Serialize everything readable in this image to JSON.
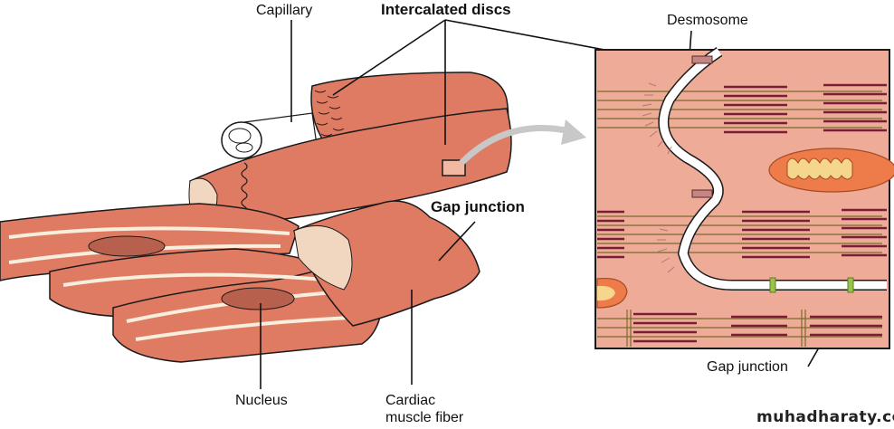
{
  "labels": {
    "capillary": "Capillary",
    "intercalated_discs": "Intercalated discs",
    "desmosome": "Desmosome",
    "gap_junction_left": "Gap junction",
    "gap_junction_right": "Gap junction",
    "nucleus": "Nucleus",
    "cardiac_line1": "Cardiac",
    "cardiac_line2": "muscle fiber"
  },
  "watermark": "muhadharaty.com",
  "colors": {
    "muscle": "#e07b63",
    "muscle_dark": "#c9624c",
    "inset_bg": "#eeab98",
    "myofilament_thick": "#7a1e36",
    "myofilament_thin": "#7a6a2a",
    "mitochondria_outer": "#ee7b4a",
    "mitochondria_inner": "#f6d58c",
    "gap_junction": "#9bc24a",
    "nucleus": "#b8604e",
    "outline": "#1a1a1a"
  }
}
